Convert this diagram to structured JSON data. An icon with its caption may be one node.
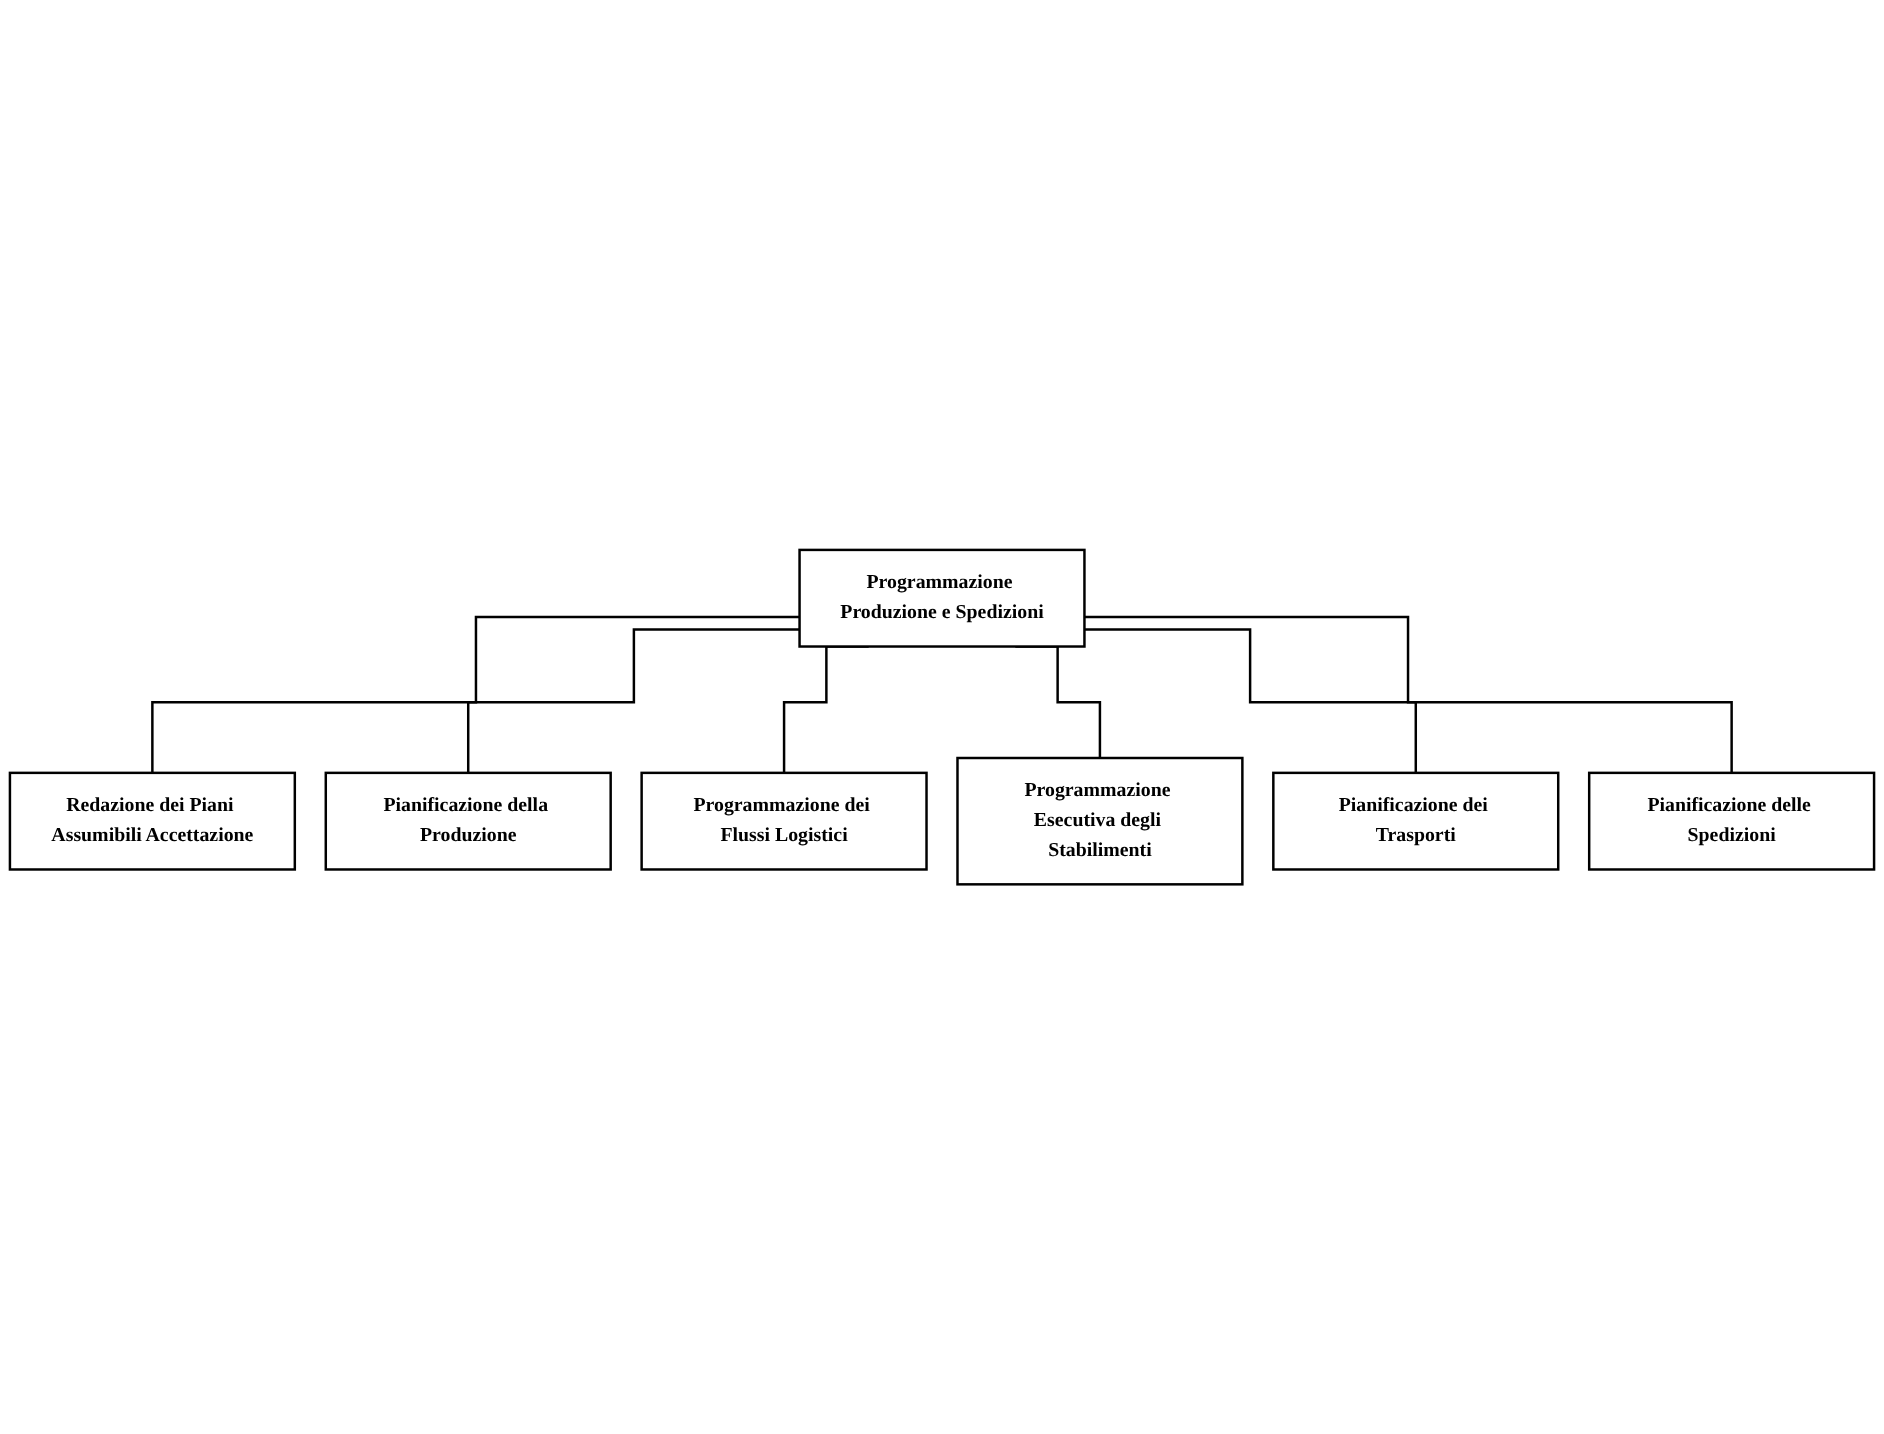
{
  "diagram": {
    "nodes": [
      {
        "text": [
          "Programmazione Produzione e Spedizioni"
        ]
      },
      {
        "text": [
          "Redazione dei Piani Assumibili Accettazione"
        ]
      },
      {
        "text": [
          "Pianificazione della Produzione"
        ]
      },
      {
        "text": [
          "Programmazione dei Flussi Logistici"
        ]
      },
      {
        "text": [
          "Programmazione Esecutiva degli Stabilimenti"
        ]
      },
      {
        "text": [
          "Pianificazione dei Trasporti"
        ]
      },
      {
        "text": [
          "Pianificazione delle Spedizioni"
        ]
      }
    ],
    "edges": [
      {
        "from": 0,
        "to": 1,
        "arrow": "none"
      },
      {
        "from": 0,
        "to": 2,
        "arrow": "none"
      },
      {
        "from": 0,
        "to": 3,
        "arrow": "none"
      },
      {
        "from": 0,
        "to": 4,
        "arrow": "none"
      },
      {
        "from": 0,
        "to": 5,
        "arrow": "none"
      },
      {
        "from": 0,
        "to": 6,
        "arrow": "none"
      }
    ]
  }
}
